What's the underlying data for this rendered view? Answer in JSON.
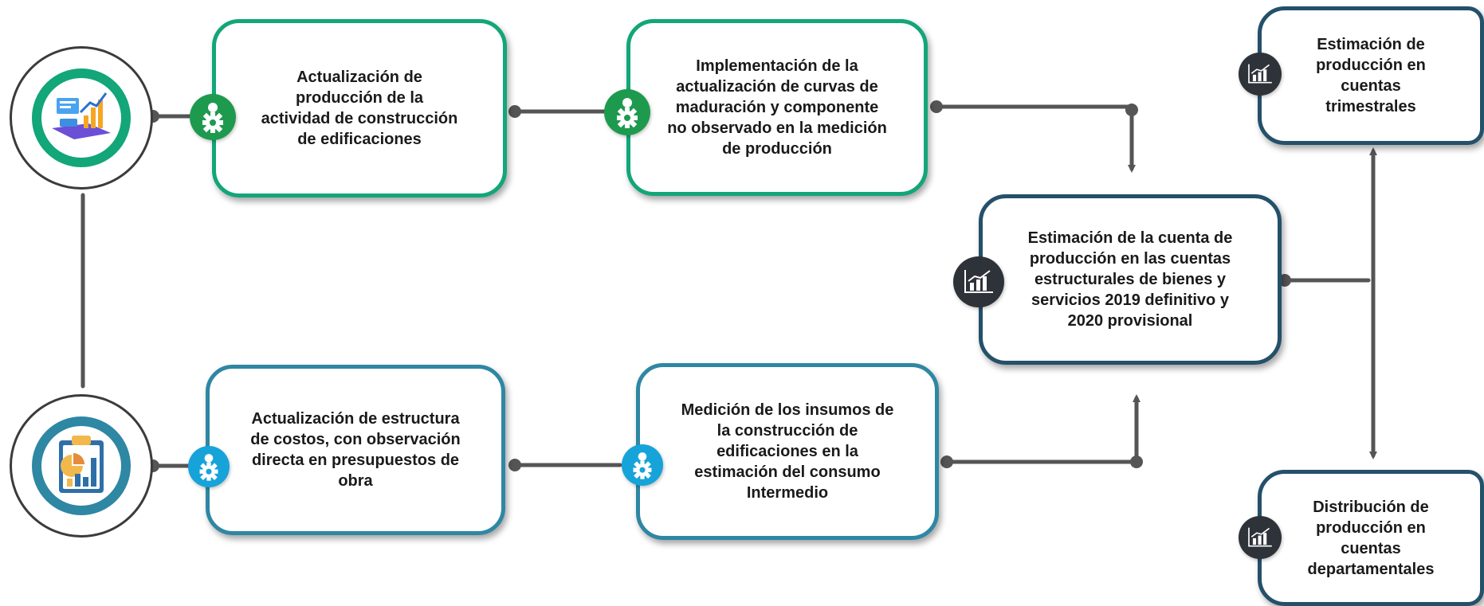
{
  "colors": {
    "green": "#12a678",
    "blue": "#2e87a3",
    "dark": "#24506a",
    "connector": "#555555"
  },
  "nodes": {
    "top_left": {
      "text": "Actualización de producción de la actividad de construcción de edificaciones",
      "badge_icon": "gear-person-icon"
    },
    "top_middle": {
      "text": "Implementación de la actualización de curvas de maduración y componente no observado en la medición de producción",
      "badge_icon": "gear-person-icon"
    },
    "center_right": {
      "text": "Estimación de la cuenta de producción en las cuentas estructurales de bienes y servicios 2019 definitivo y 2020 provisional",
      "badge_icon": "bar-chart-icon"
    },
    "bottom_left": {
      "text": "Actualización de estructura de costos, con observación directa en presupuestos de obra",
      "badge_icon": "gear-person-icon"
    },
    "bottom_middle": {
      "text": "Medición de los insumos de la construcción de edificaciones en la estimación del consumo Intermedio",
      "badge_icon": "gear-person-icon"
    },
    "far_right_top": {
      "text": "Estimación de producción en cuentas trimestrales",
      "badge_icon": "bar-chart-icon"
    },
    "far_right_bottom": {
      "text": "Distribución de producción en cuentas departamentales",
      "badge_icon": "bar-chart-icon"
    }
  },
  "start_icons": {
    "top": "analytics-dashboard-icon",
    "bottom": "clipboard-report-icon"
  }
}
